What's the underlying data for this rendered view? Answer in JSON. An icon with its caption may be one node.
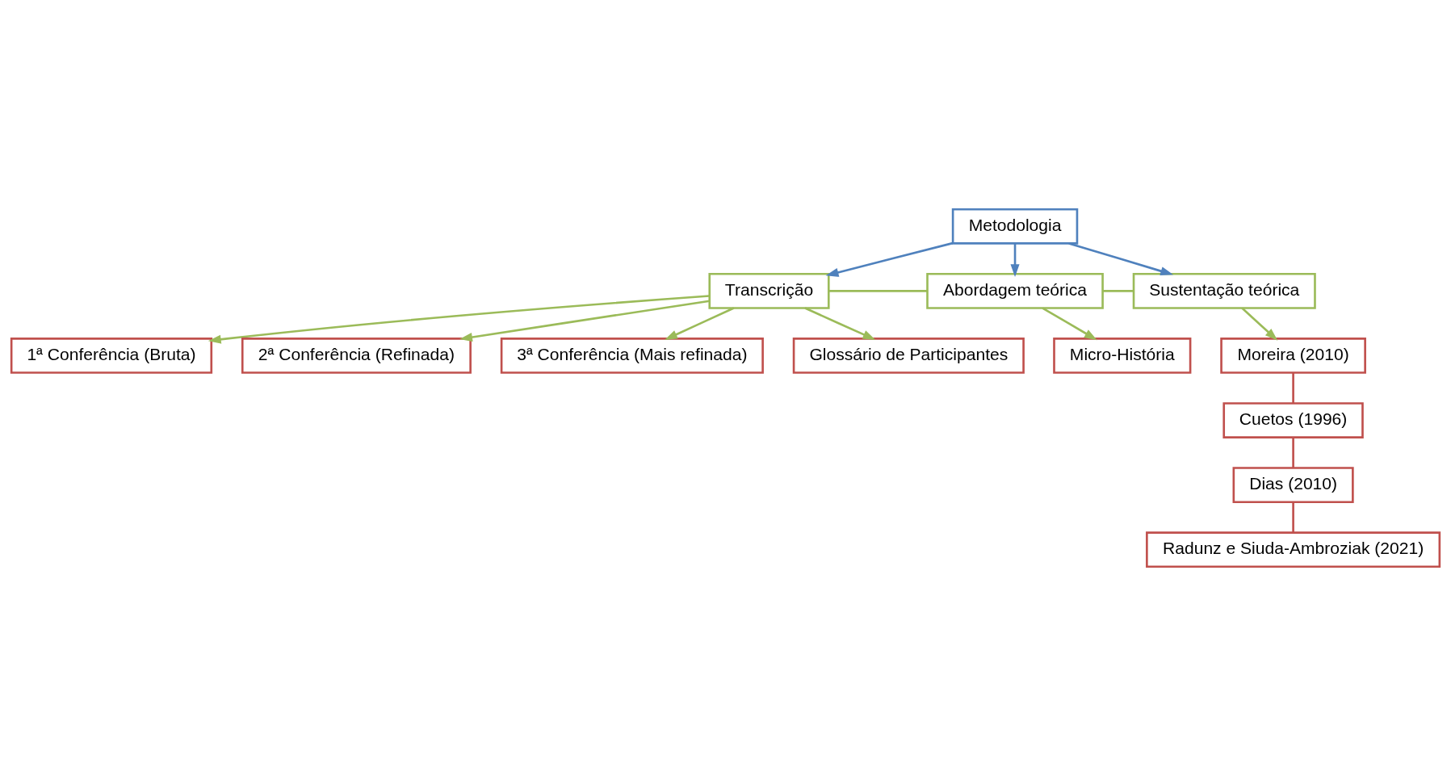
{
  "diagram": {
    "nodes": [
      {
        "text": [
          "Metodologia"
        ]
      },
      {
        "text": [
          "Transcrição"
        ]
      },
      {
        "text": [
          "Abordagem teórica"
        ]
      },
      {
        "text": [
          "Sustentação teórica"
        ]
      },
      {
        "text": [
          "1ª Conferência (Bruta)"
        ]
      },
      {
        "text": [
          "2ª Conferência (Refinada)"
        ]
      },
      {
        "text": [
          "3ª Conferência (Mais refinada)"
        ]
      },
      {
        "text": [
          "Glossário de Participantes"
        ]
      },
      {
        "text": [
          "Micro-História"
        ]
      },
      {
        "text": [
          "Moreira (2010)"
        ]
      },
      {
        "text": [
          "Cuetos (1996)"
        ]
      },
      {
        "text": [
          "Dias (2010)"
        ]
      },
      {
        "text": [
          "Radunz e Siuda-Ambroziak (2021)"
        ]
      }
    ],
    "edges": [
      {
        "from": 0,
        "to": 1,
        "arrow": "to",
        "color": "#4f81bd"
      },
      {
        "from": 0,
        "to": 2,
        "arrow": "to",
        "color": "#4f81bd"
      },
      {
        "from": 0,
        "to": 3,
        "arrow": "to",
        "color": "#4f81bd"
      },
      {
        "from": 1,
        "to": 2,
        "arrow": "none"
      },
      {
        "from": 2,
        "to": 3,
        "arrow": "none"
      },
      {
        "from": 1,
        "to": 4,
        "arrow": "to"
      },
      {
        "from": 1,
        "to": 5,
        "arrow": "to"
      },
      {
        "from": 1,
        "to": 6,
        "arrow": "to"
      },
      {
        "from": 1,
        "to": 7,
        "arrow": "to"
      },
      {
        "from": 2,
        "to": 8,
        "arrow": "to"
      },
      {
        "from": 3,
        "to": 9,
        "arrow": "to"
      },
      {
        "from": 9,
        "to": 10,
        "arrow": "none",
        "color": "#c0504d"
      },
      {
        "from": 10,
        "to": 11,
        "arrow": "none",
        "color": "#c0504d"
      },
      {
        "from": 11,
        "to": 12,
        "arrow": "none",
        "color": "#c0504d"
      }
    ]
  }
}
